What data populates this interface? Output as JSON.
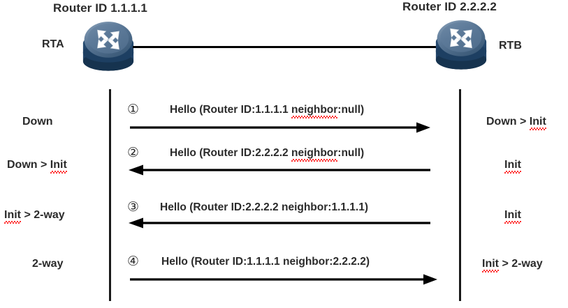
{
  "diagram": {
    "title": "OSPF Hello neighbor state machine exchange",
    "type": "sequence-diagram",
    "colors": {
      "line": "#000000",
      "text": "#2b2b2b",
      "spellcheck": "#ff2f2f",
      "router_top": "#5b7897",
      "router_body": "#1b3a5c"
    }
  },
  "routers": {
    "left": {
      "id_label": "Router ID 1.1.1.1",
      "name": "RTA",
      "icon": "router-icon"
    },
    "right": {
      "id_label": "Router ID 2.2.2.2",
      "name": "RTB",
      "icon": "router-icon"
    }
  },
  "rows": [
    {
      "seq": "①",
      "message": "Hello (Router ID:1.1.1.1 neighbor:null)",
      "message_plain_prefix": "Hello (Router ID:1.1.1.1 ",
      "message_misspelled": "neighbor",
      "message_suffix": ":null)",
      "direction": "right",
      "left_state": "Down",
      "left_state_misspelled": "",
      "right_state_prefix": "Down > ",
      "right_state_misspelled": "Init",
      "right_state_suffix": ""
    },
    {
      "seq": "②",
      "message": "Hello (Router ID:2.2.2.2 neighbor:null)",
      "message_plain_prefix": "Hello (Router ID:2.2.2.2 ",
      "message_misspelled": "neighbor",
      "message_suffix": ":null)",
      "direction": "left",
      "left_state_prefix": "Down > ",
      "left_state_misspelled": "Init",
      "left_state_suffix": "",
      "right_state_prefix": "",
      "right_state_misspelled": "Init",
      "right_state_suffix": ""
    },
    {
      "seq": "③",
      "message": "Hello (Router ID:2.2.2.2 neighbor:1.1.1.1)",
      "message_plain_prefix": "Hello (Router ID:2.2.2.2 neighbor:1.1.1.1)",
      "message_misspelled": "",
      "message_suffix": "",
      "direction": "left",
      "left_state_prefix": "",
      "left_state_misspelled": "Init",
      "left_state_suffix": " > 2-way",
      "right_state_prefix": "",
      "right_state_misspelled": "Init",
      "right_state_suffix": ""
    },
    {
      "seq": "④",
      "message": "Hello (Router ID:1.1.1.1 neighbor:2.2.2.2)",
      "message_plain_prefix": "Hello (Router ID:1.1.1.1 neighbor:2.2.2.2)",
      "message_misspelled": "",
      "message_suffix": "",
      "direction": "right",
      "left_state_prefix": "2-way",
      "left_state_misspelled": "",
      "left_state_suffix": "",
      "right_state_prefix": "",
      "right_state_misspelled": "Init",
      "right_state_suffix": " >  2-way"
    }
  ]
}
